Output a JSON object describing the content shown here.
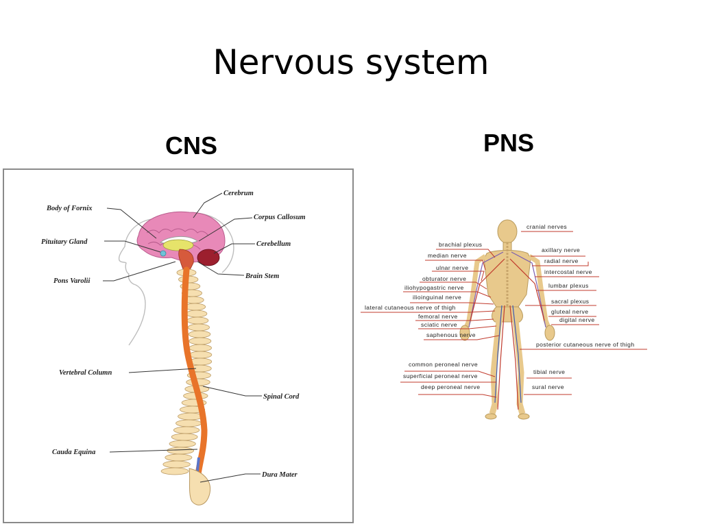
{
  "slide": {
    "title": "Nervous system"
  },
  "cns": {
    "heading": "CNS",
    "labels": {
      "cerebrum": "Cerebrum",
      "corpus_callosum": "Corpus Callosum",
      "cerebellum": "Cerebellum",
      "brain_stem": "Brain Stem",
      "body_of_fornix": "Body of Fornix",
      "pituitary_gland": "Pituitary Gland",
      "pons_varolii": "Pons Varolii",
      "vertebral_column": "Vertebral Column",
      "spinal_cord": "Spinal Cord",
      "cauda_equina": "Cauda Equina",
      "dura_mater": "Dura Mater"
    }
  },
  "pns": {
    "heading": "PNS",
    "labels": {
      "cranial_nerves": "cranial nerves",
      "brachial_plexus": "brachial plexus",
      "axillary_nerve": "axillary nerve",
      "median_nerve": "median nerve",
      "radial_nerve": "radial nerve",
      "ulnar_nerve": "ulnar nerve",
      "intercostal_nerve": "intercostal nerve",
      "obturator_nerve": "obturator nerve",
      "lumbar_plexus": "lumbar plexus",
      "iliohypogastric_nerve": "iliohypogastric nerve",
      "ilioinguinal_nerve": "ilioinguinal nerve",
      "sacral_plexus": "sacral plexus",
      "lateral_cutaneous_nerve_of_thigh": "lateral cutaneous nerve of thigh",
      "gluteal_nerve": "gluteal nerve",
      "femoral_nerve": "femoral nerve",
      "digital_nerve": "digital nerve",
      "sciatic_nerve": "sciatic nerve",
      "saphenous_nerve": "saphenous nerve",
      "posterior_cutaneous_nerve_of_thigh": "posterior cutaneous nerve of thigh",
      "common_peroneal_nerve": "common peroneal nerve",
      "superficial_peroneal_nerve": "superficial peroneal nerve",
      "tibial_nerve": "tibial nerve",
      "deep_peroneal_nerve": "deep peroneal nerve",
      "sural_nerve": "sural nerve"
    }
  },
  "colors": {
    "brain": "#e889b8",
    "spinal_cord": "#e8742a",
    "cerebellum": "#9c1f2e",
    "vertebrae": "#f6dfb0",
    "pns_leader": "#c0392b",
    "skeleton": "#e8c98c"
  }
}
